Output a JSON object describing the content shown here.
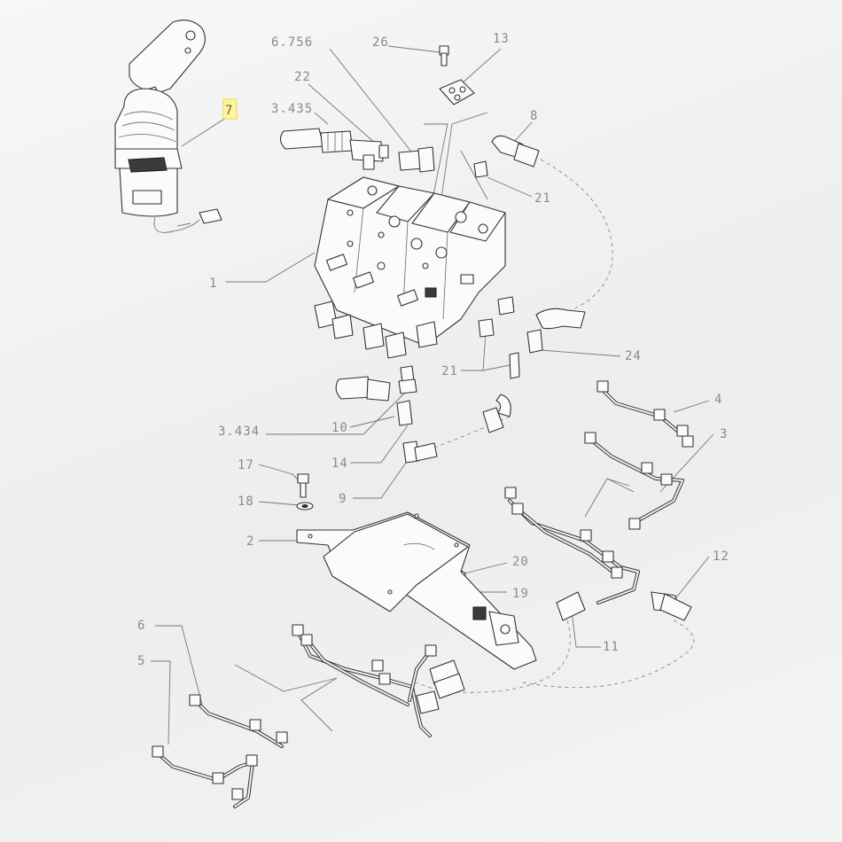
{
  "callouts": [
    {
      "id": "c-7",
      "text": "7",
      "highlight": true
    },
    {
      "id": "c-6756",
      "text": "6.756"
    },
    {
      "id": "c-26",
      "text": "26"
    },
    {
      "id": "c-13",
      "text": "13"
    },
    {
      "id": "c-22",
      "text": "22"
    },
    {
      "id": "c-3435",
      "text": "3.435"
    },
    {
      "id": "c-8",
      "text": "8"
    },
    {
      "id": "c-21a",
      "text": "21"
    },
    {
      "id": "c-1",
      "text": "1"
    },
    {
      "id": "c-24",
      "text": "24"
    },
    {
      "id": "c-21b",
      "text": "21"
    },
    {
      "id": "c-4",
      "text": "4"
    },
    {
      "id": "c-3",
      "text": "3"
    },
    {
      "id": "c-3434",
      "text": "3.434"
    },
    {
      "id": "c-10",
      "text": "10"
    },
    {
      "id": "c-14",
      "text": "14"
    },
    {
      "id": "c-17",
      "text": "17"
    },
    {
      "id": "c-18",
      "text": "18"
    },
    {
      "id": "c-9",
      "text": "9"
    },
    {
      "id": "c-2",
      "text": "2"
    },
    {
      "id": "c-20",
      "text": "20"
    },
    {
      "id": "c-19",
      "text": "19"
    },
    {
      "id": "c-12",
      "text": "12"
    },
    {
      "id": "c-11",
      "text": "11"
    },
    {
      "id": "c-6",
      "text": "6"
    },
    {
      "id": "c-5",
      "text": "5"
    }
  ],
  "colors": {
    "highlight": "#fff3a8",
    "line": "#777777",
    "ink": "#333333"
  }
}
